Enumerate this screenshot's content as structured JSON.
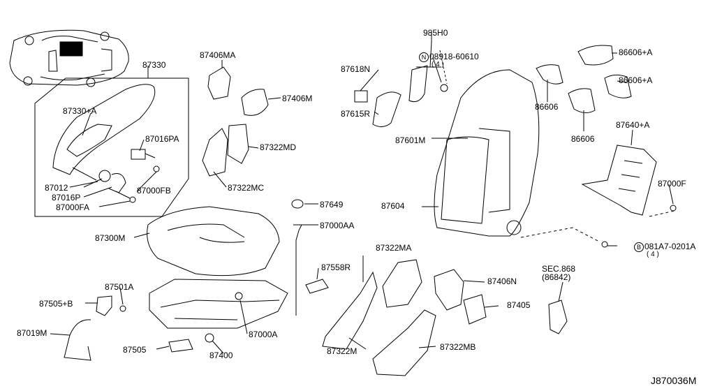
{
  "diagram_id": "J870036M",
  "labels": {
    "p87330": "87330",
    "p87330A": "87330+A",
    "p87016PA": "87016PA",
    "p87012": "87012",
    "p87016P": "87016P",
    "p87000FB": "87000FB",
    "p87000FA": "87000FA",
    "p87406MA": "87406MA",
    "p87406M": "87406M",
    "p87322MD": "87322MD",
    "p87322MC": "87322MC",
    "p87649": "87649",
    "p87000AA": "87000AA",
    "p87300M": "87300M",
    "p87558R": "87558R",
    "p87501A": "87501A",
    "p87505B": "87505+B",
    "p87019M": "87019M",
    "p87505": "87505",
    "p87400": "87400",
    "p87000A": "87000A",
    "p87322MA": "87322MA",
    "p87322M": "87322M",
    "p87322MB": "87322MB",
    "p87618N": "87618N",
    "p87615R": "87615R",
    "p985H0": "985H0",
    "p08918_letter": "N",
    "p08918": "08918-60610",
    "p08918_qty": "( 4 )",
    "p87601M": "87601M",
    "p87604": "87604",
    "p86606A_1": "86606+A",
    "p86606A_2": "86606+A",
    "p86606_1": "86606",
    "p86606_2": "86606",
    "p87640A": "87640+A",
    "p87000F": "87000F",
    "p081A7_letter": "B",
    "p081A7": "081A7-0201A",
    "p081A7_qty": "( 4 )",
    "p87406N": "87406N",
    "p87405": "87405",
    "sec868": "SEC.868",
    "sec868_sub": "(86842)"
  }
}
